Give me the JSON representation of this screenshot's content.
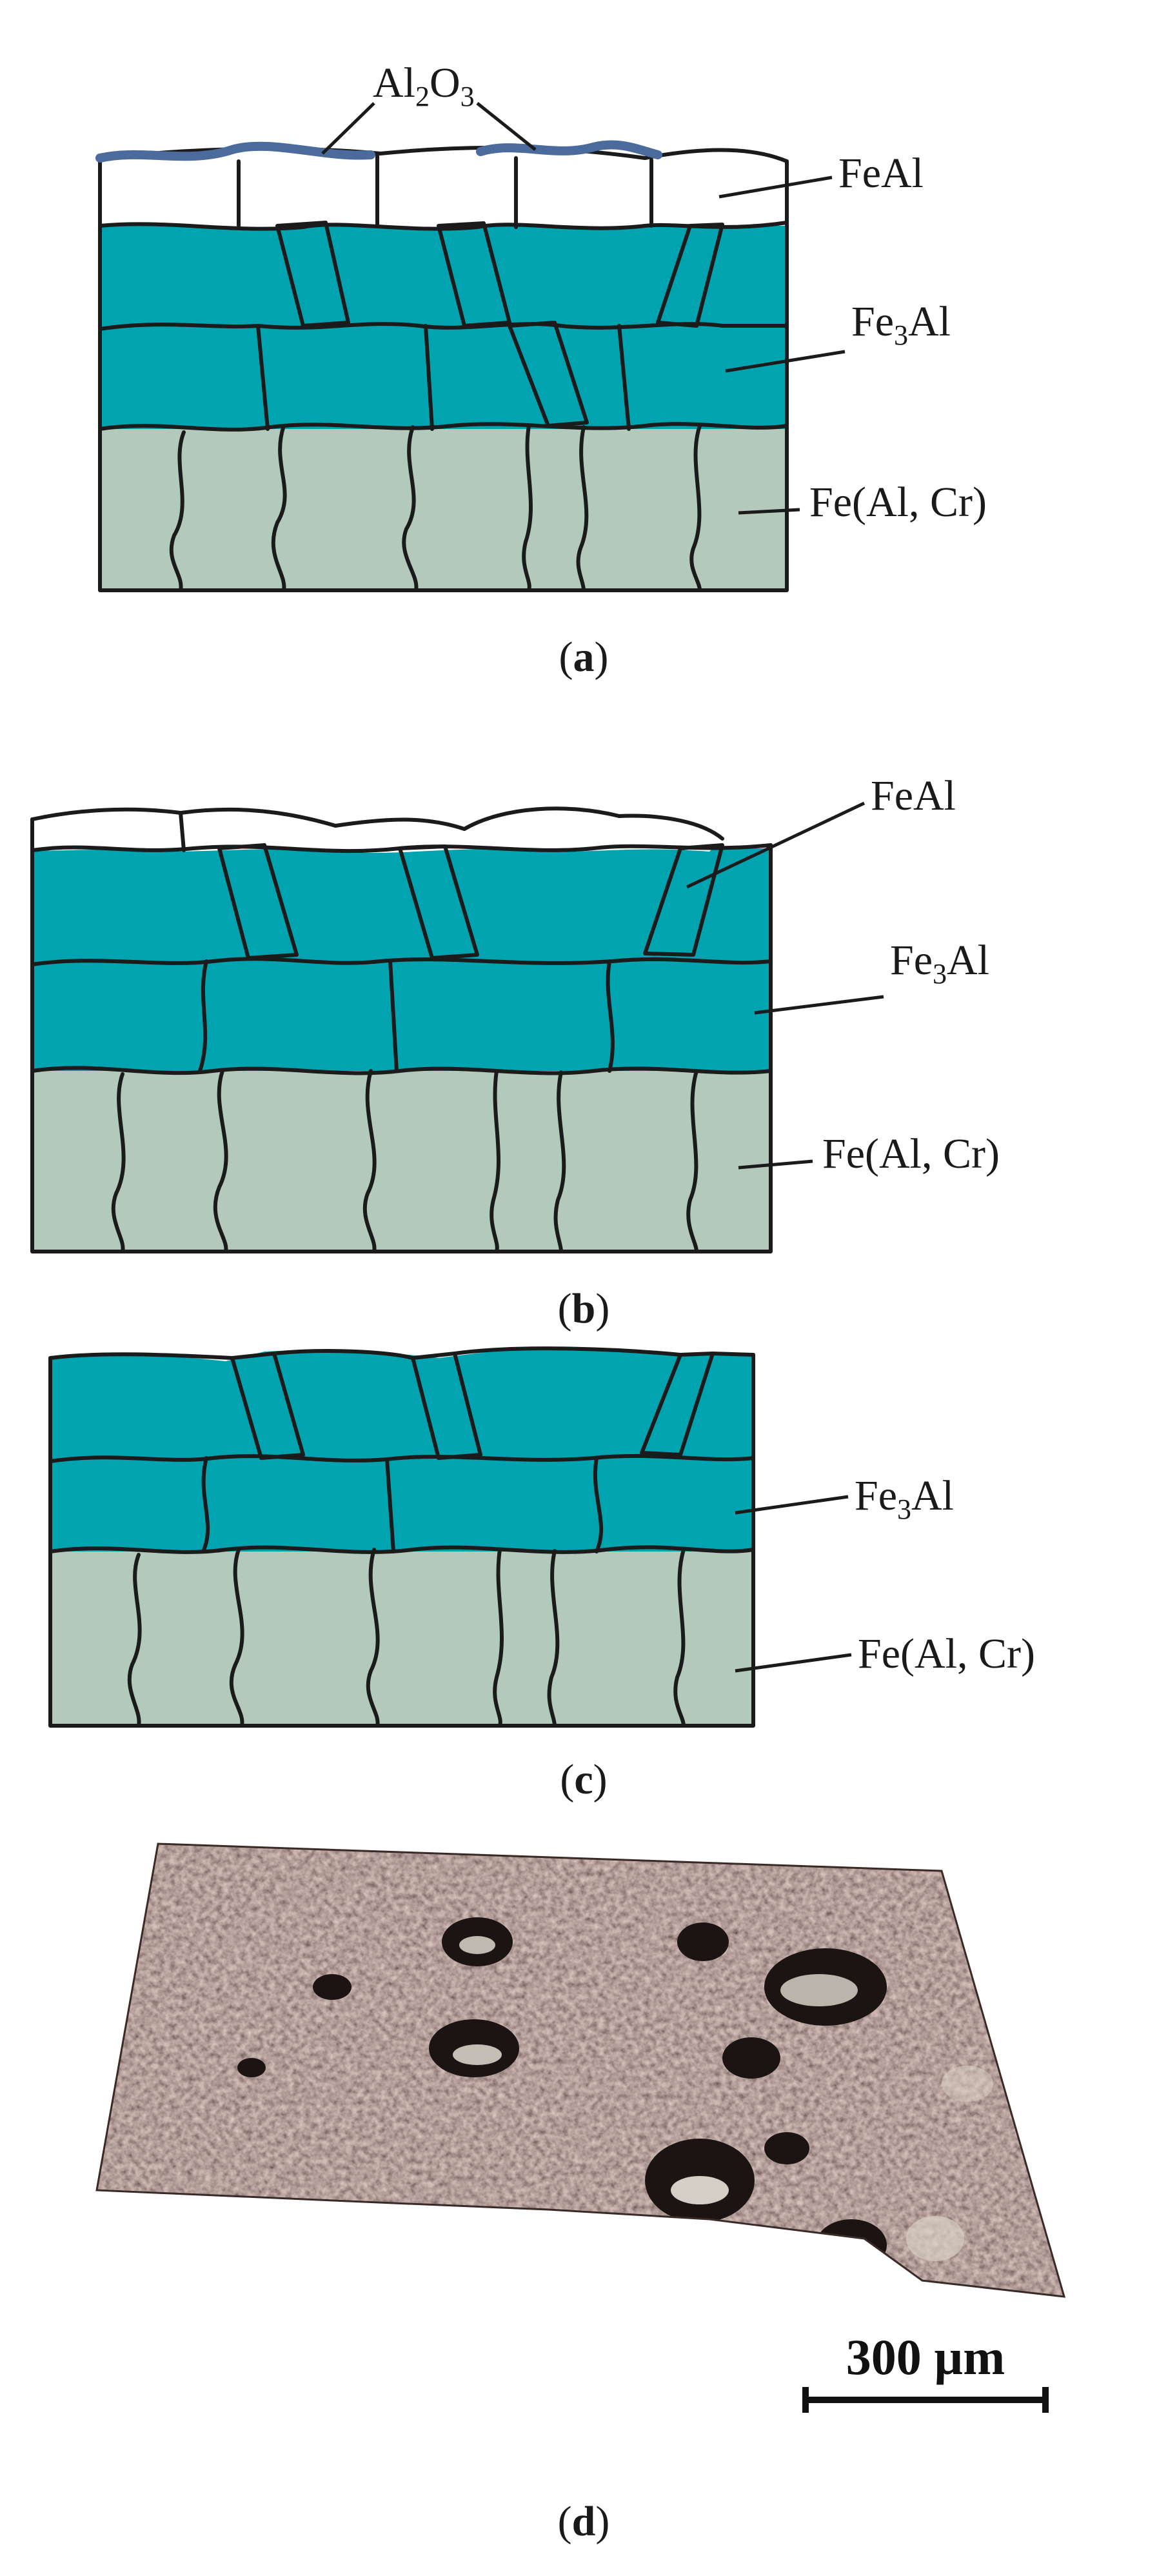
{
  "panels": {
    "a": {
      "caption_letter": "a",
      "labels": {
        "oxide_main": "Al",
        "oxide_sub1": "2",
        "oxide_mid": "O",
        "oxide_sub2": "3",
        "feal": "FeAl",
        "fe3al_main": "Fe",
        "fe3al_sub": "3",
        "fe3al_end": "Al",
        "substrate": "Fe(Al, Cr)"
      }
    },
    "b": {
      "caption_letter": "b",
      "labels": {
        "feal": "FeAl",
        "fe3al_main": "Fe",
        "fe3al_sub": "3",
        "fe3al_end": "Al",
        "substrate": "Fe(Al, Cr)"
      }
    },
    "c": {
      "caption_letter": "c",
      "labels": {
        "fe3al_main": "Fe",
        "fe3al_sub": "3",
        "fe3al_end": "Al",
        "substrate": "Fe(Al, Cr)"
      }
    },
    "d": {
      "caption_letter": "d",
      "scale_bar": "300 µm"
    }
  },
  "caption": {
    "open": "(",
    "close": ")"
  },
  "colors": {
    "feal": "#ffffff",
    "fe3al": "#00a3b0",
    "substrate": "#b3c9bb",
    "oxide": "#4a6b9c",
    "outline": "#1b1b1b"
  }
}
